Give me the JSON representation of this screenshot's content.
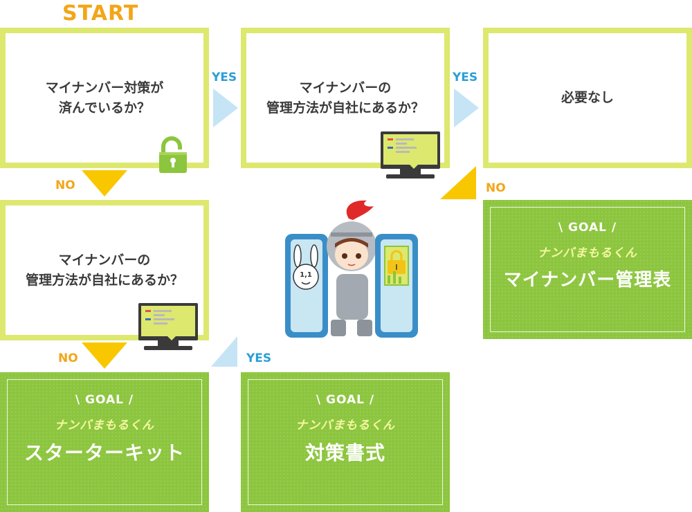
{
  "start_label": "START",
  "questions": {
    "q1": "マイナンバー対策が\n済んでいるか？",
    "q2": "マイナンバーの\n管理方法が自社にあるか？",
    "q3": "必要なし",
    "q4": "マイナンバーの\n管理方法が自社にあるか？"
  },
  "edges": {
    "q1_to_q2": "YES",
    "q2_to_q3": "YES",
    "q2_to_goal_table": "NO",
    "q1_to_q4": "NO",
    "q4_to_goal_starter": "NO",
    "q4_to_goal_doc": "YES"
  },
  "goals": {
    "table": {
      "tag": "\\ GOAL /",
      "brand": "ナンバまもるくん",
      "title": "マイナンバー管理表"
    },
    "starter": {
      "tag": "\\ GOAL /",
      "brand": "ナンバまもるくん",
      "title": "スターターキット"
    },
    "doc": {
      "tag": "\\ GOAL /",
      "brand": "ナンバまもるくん",
      "title": "対策書式"
    }
  },
  "mascot_badge": "1,1",
  "colors": {
    "box_border": "#dde86e",
    "goal_green": "#8cc53e",
    "yes_blue": "#2a9fd8",
    "no_orange": "#f2a618",
    "arrow_blue": "#c5e4f5",
    "arrow_yellow": "#f9c700"
  },
  "icons": [
    "padlock-icon",
    "monitor-icon",
    "knight-mascot"
  ]
}
